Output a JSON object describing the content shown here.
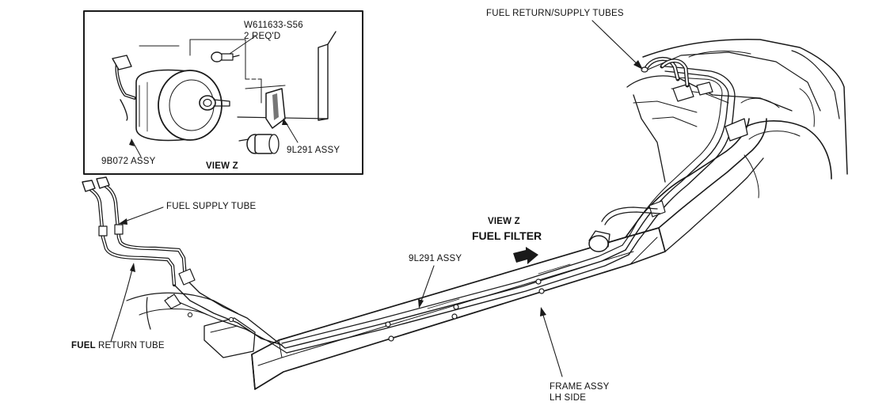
{
  "labels": {
    "fuel_return_supply_tubes": "FUEL RETURN/SUPPLY TUBES",
    "bolt_part": "W611633-S56",
    "bolt_qty": "2 REQ'D",
    "filter_assy": "9B072 ASSY",
    "view_z_inset": "VIEW Z",
    "bracket_assy_inset": "9L291 ASSY",
    "fuel_supply_tube": "FUEL SUPPLY TUBE",
    "view_z": "VIEW Z",
    "fuel_filter": "FUEL FILTER",
    "bracket_assy_main": "9L291  ASSY",
    "fuel_return_tube_a": "FUEL",
    "fuel_return_tube_b": "RETURN TUBE",
    "frame_assy": "FRAME ASSY",
    "frame_side": "LH SIDE"
  }
}
